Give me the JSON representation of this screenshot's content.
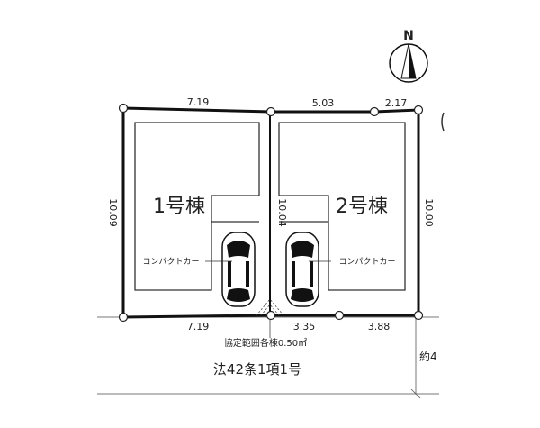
{
  "compass": {
    "letter": "N",
    "icon": "north-arrow-icon"
  },
  "lots": [
    {
      "label": "1号棟",
      "car_label": "コンパクトカー"
    },
    {
      "label": "2号棟",
      "car_label": "コンパクトカー"
    }
  ],
  "dimensions": {
    "lot1_top": "7.19",
    "lot2_top_left": "5.03",
    "lot2_top_right": "2.17",
    "lot1_left": "10.09",
    "lot1_right": "10.04",
    "lot2_right": "10.00",
    "lot1_bottom": "7.19",
    "lot2_bottom_left": "3.35",
    "lot2_bottom_right": "3.88"
  },
  "notes": {
    "agreement_area": "協定範囲各棟0.50㎡",
    "road": "法42条1項1号",
    "road_width": "約4"
  },
  "colors": {
    "line": "#111111",
    "text": "#222222"
  }
}
